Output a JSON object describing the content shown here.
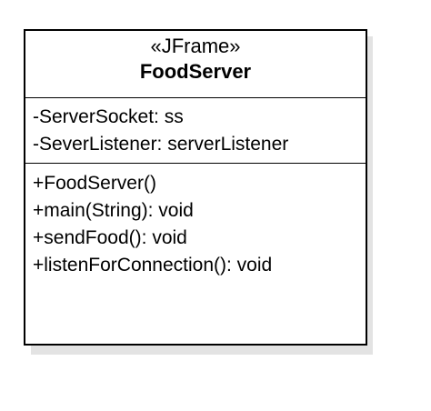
{
  "diagram": {
    "class": {
      "stereotype": "«JFrame»",
      "name": "FoodServer",
      "attributes": [
        "-ServerSocket: ss",
        "-SeverListener: serverListener"
      ],
      "operations": [
        "+FoodServer()",
        "+main(String): void",
        "+sendFood(): void",
        "+listenForConnection(): void"
      ]
    }
  }
}
